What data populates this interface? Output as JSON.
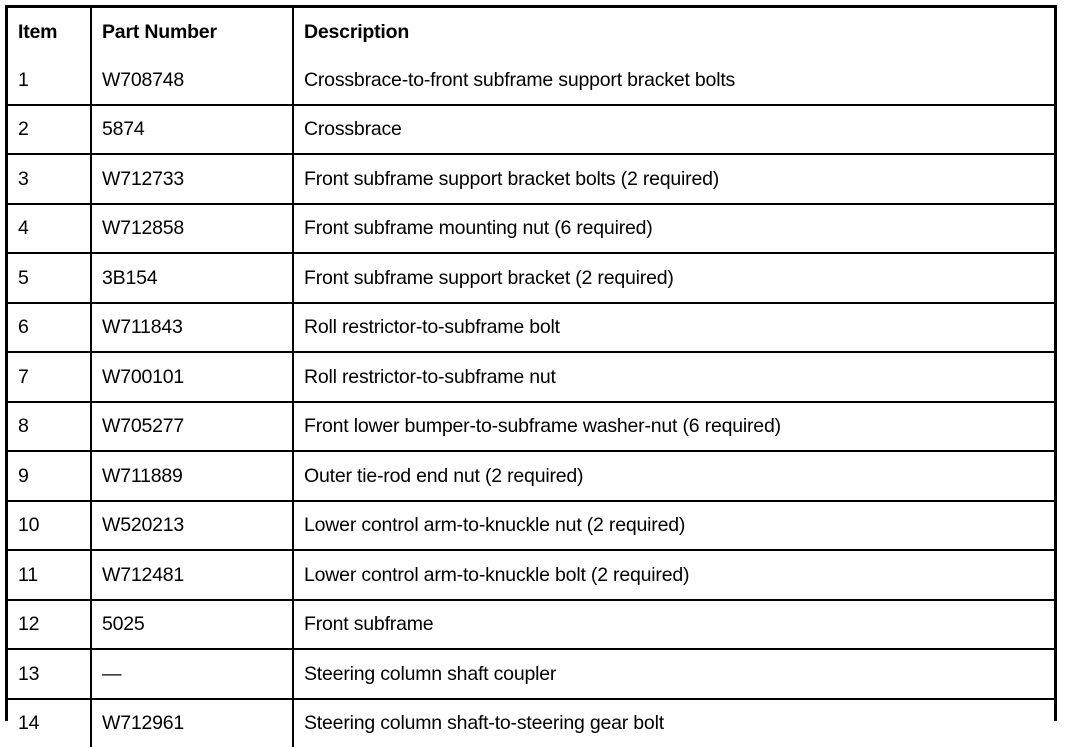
{
  "table": {
    "columns": [
      {
        "key": "item",
        "label": "Item"
      },
      {
        "key": "part_number",
        "label": "Part Number"
      },
      {
        "key": "description",
        "label": "Description"
      }
    ],
    "rows": [
      {
        "item": "1",
        "part_number": "W708748",
        "description": "Crossbrace-to-front subframe support bracket bolts"
      },
      {
        "item": "2",
        "part_number": "5874",
        "description": "Crossbrace"
      },
      {
        "item": "3",
        "part_number": "W712733",
        "description": "Front subframe support bracket bolts (2 required)"
      },
      {
        "item": "4",
        "part_number": "W712858",
        "description": "Front subframe mounting nut (6 required)"
      },
      {
        "item": "5",
        "part_number": "3B154",
        "description": "Front subframe support bracket (2 required)"
      },
      {
        "item": "6",
        "part_number": "W711843",
        "description": "Roll restrictor-to-subframe bolt"
      },
      {
        "item": "7",
        "part_number": "W700101",
        "description": "Roll restrictor-to-subframe nut"
      },
      {
        "item": "8",
        "part_number": "W705277",
        "description": "Front lower bumper-to-subframe washer-nut (6 required)"
      },
      {
        "item": "9",
        "part_number": "W711889",
        "description": "Outer tie-rod end nut (2 required)"
      },
      {
        "item": "10",
        "part_number": "W520213",
        "description": "Lower control arm-to-knuckle nut (2 required)"
      },
      {
        "item": "11",
        "part_number": "W712481",
        "description": "Lower control arm-to-knuckle bolt (2 required)"
      },
      {
        "item": "12",
        "part_number": "5025",
        "description": "Front subframe"
      },
      {
        "item": "13",
        "part_number": "—",
        "description": "Steering column shaft coupler"
      },
      {
        "item": "14",
        "part_number": "W712961",
        "description": "Steering column shaft-to-steering gear bolt"
      }
    ]
  },
  "colors": {
    "border": "#000000",
    "text": "#000000",
    "background": "#ffffff"
  }
}
